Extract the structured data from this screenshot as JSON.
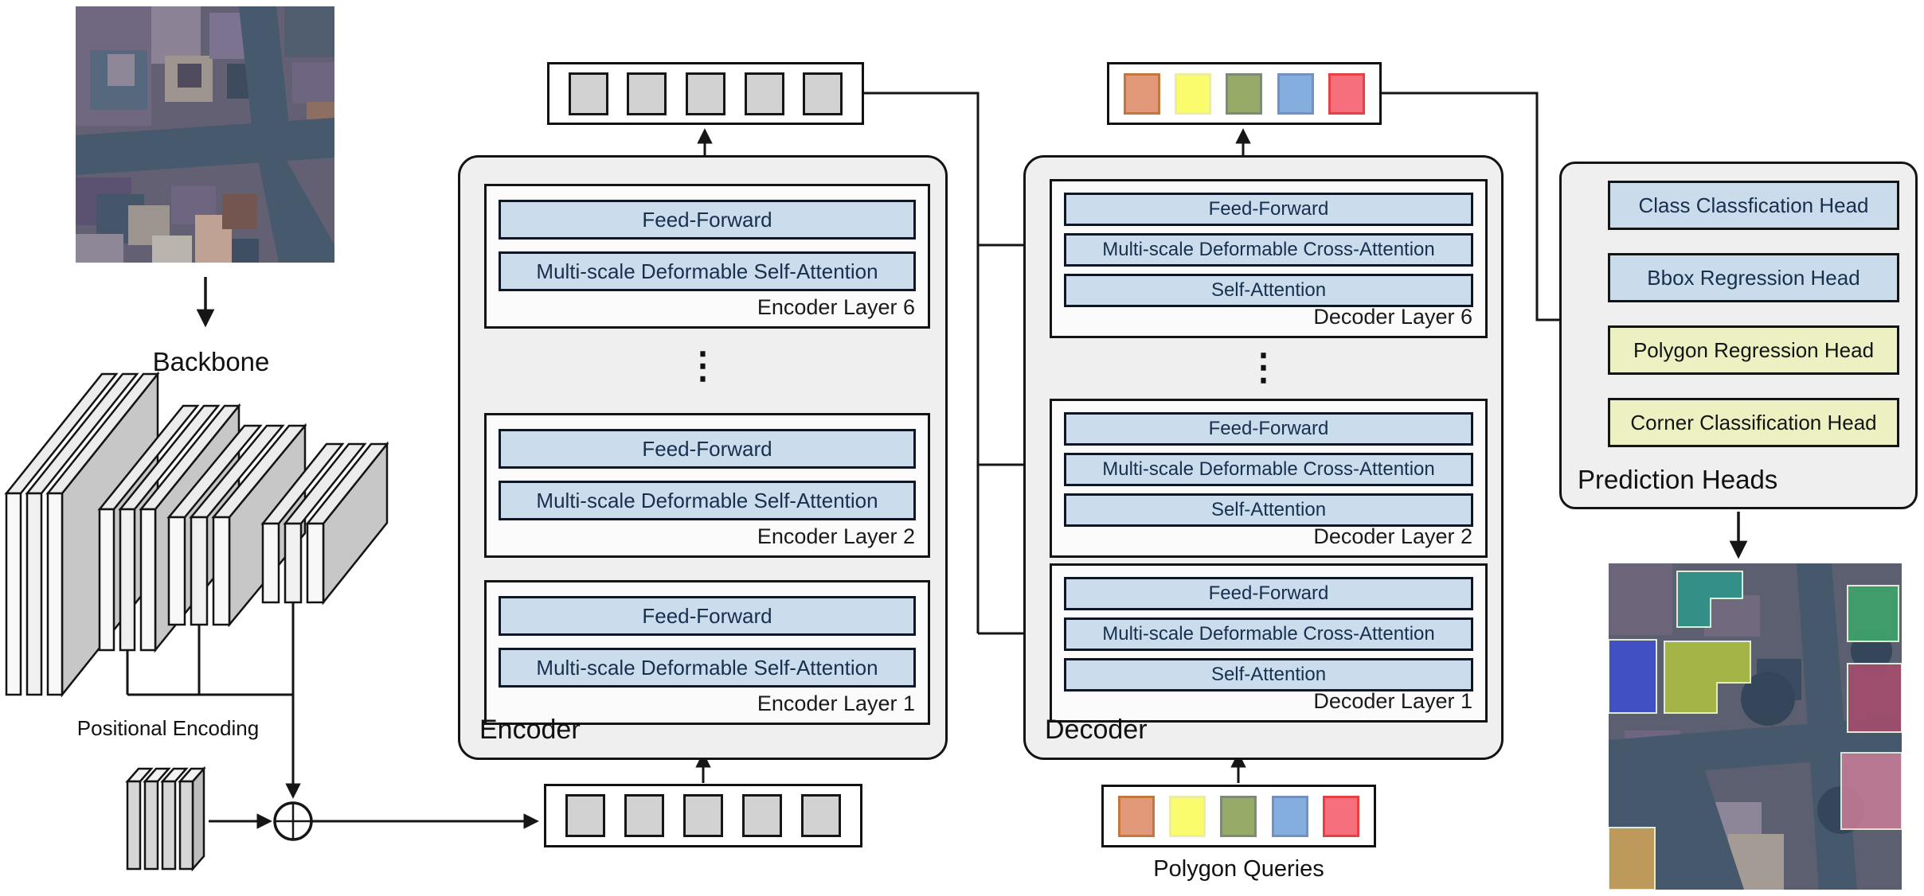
{
  "backbone_label": "Backbone",
  "positional_encoding_label": "Positional Encoding",
  "polygon_queries_label": "Polygon Queries",
  "encoder": {
    "label": "Encoder",
    "ellipsis": "⋮",
    "layers": [
      {
        "label": "Encoder Layer 6",
        "blocks": [
          "Feed-Forward",
          "Multi-scale Deformable Self-Attention"
        ]
      },
      {
        "label": "Encoder Layer 2",
        "blocks": [
          "Feed-Forward",
          "Multi-scale Deformable Self-Attention"
        ]
      },
      {
        "label": "Encoder Layer 1",
        "blocks": [
          "Feed-Forward",
          "Multi-scale Deformable Self-Attention"
        ]
      }
    ]
  },
  "decoder": {
    "label": "Decoder",
    "ellipsis": "⋮",
    "layers": [
      {
        "label": "Decoder Layer 6",
        "blocks": [
          "Feed-Forward",
          "Multi-scale Deformable Cross-Attention",
          "Self-Attention"
        ]
      },
      {
        "label": "Decoder Layer 2",
        "blocks": [
          "Feed-Forward",
          "Multi-scale Deformable Cross-Attention",
          "Self-Attention"
        ]
      },
      {
        "label": "Decoder Layer 1",
        "blocks": [
          "Feed-Forward",
          "Multi-scale Deformable Cross-Attention",
          "Self-Attention"
        ]
      }
    ]
  },
  "prediction_heads": {
    "label": "Prediction Heads",
    "heads": [
      {
        "label": "Class Classfication Head",
        "fill": "#cadcec",
        "text": "#17304e"
      },
      {
        "label": "Bbox Regression Head",
        "fill": "#cadcec",
        "text": "#17304e"
      },
      {
        "label": "Polygon Regression Head",
        "fill": "#edf1c1",
        "text": "#141414"
      },
      {
        "label": "Corner Classification Head",
        "fill": "#edf1c1",
        "text": "#141414"
      }
    ]
  },
  "tokens": {
    "encoder": [
      {
        "fill": "#d2d2d2",
        "border": "#161616"
      },
      {
        "fill": "#d2d2d2",
        "border": "#161616"
      },
      {
        "fill": "#d2d2d2",
        "border": "#161616"
      },
      {
        "fill": "#d2d2d2",
        "border": "#161616"
      },
      {
        "fill": "#d2d2d2",
        "border": "#161616"
      }
    ],
    "queries": [
      {
        "fill": "#e2997a",
        "border": "#c4763f"
      },
      {
        "fill": "#fbfb6e",
        "border": "#ededa0"
      },
      {
        "fill": "#95ab67",
        "border": "#7d8b76"
      },
      {
        "fill": "#84aede",
        "border": "#7590c2"
      },
      {
        "fill": "#f5707c",
        "border": "#e63f44"
      }
    ]
  },
  "colors": {
    "panel_bg": "#efefef",
    "block_blue": "#cbdded",
    "block_border": "#0d1727",
    "head_green": "#edf1c1",
    "line": "#161616"
  }
}
